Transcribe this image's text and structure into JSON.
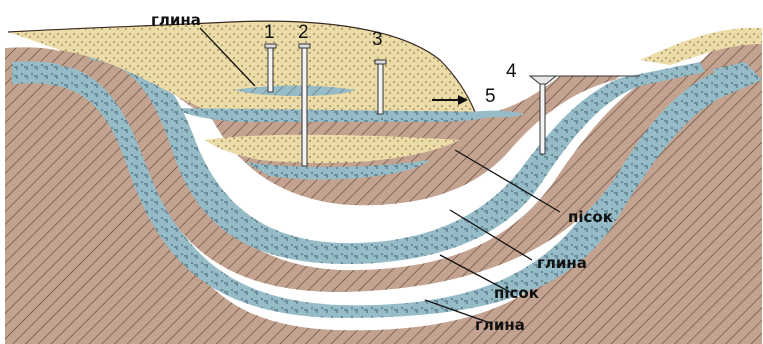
{
  "labels": {
    "clay_top": "глина",
    "sand_1": "пісок",
    "clay_1": "глина",
    "sand_2": "пісок",
    "clay_2": "глина"
  },
  "wells": [
    "1",
    "2",
    "3",
    "4",
    "5"
  ],
  "colors": {
    "clay": "#c3a28f",
    "sand": "#ecdca7",
    "water": "#96bcc8",
    "hatch": "#3a2a22"
  }
}
